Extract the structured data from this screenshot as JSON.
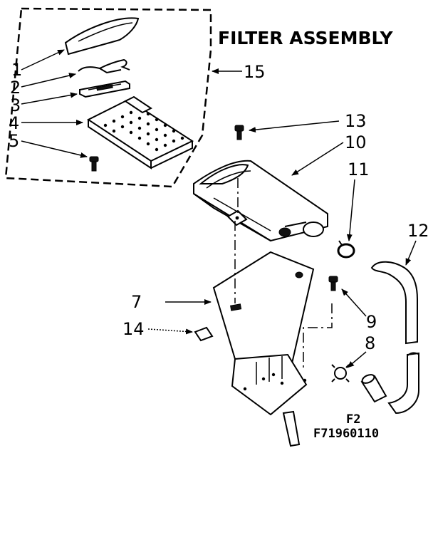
{
  "title": "FILTER ASSEMBLY",
  "callouts": {
    "c1": "1",
    "c2": "2",
    "c3": "3",
    "c4": "4",
    "c5": "5",
    "c7": "7",
    "c8": "8",
    "c9": "9",
    "c10": "10",
    "c11": "11",
    "c12": "12",
    "c13": "13",
    "c14": "14",
    "c15": "15"
  },
  "reference": {
    "code_line1": "F2",
    "code_line2": "F71960110"
  }
}
